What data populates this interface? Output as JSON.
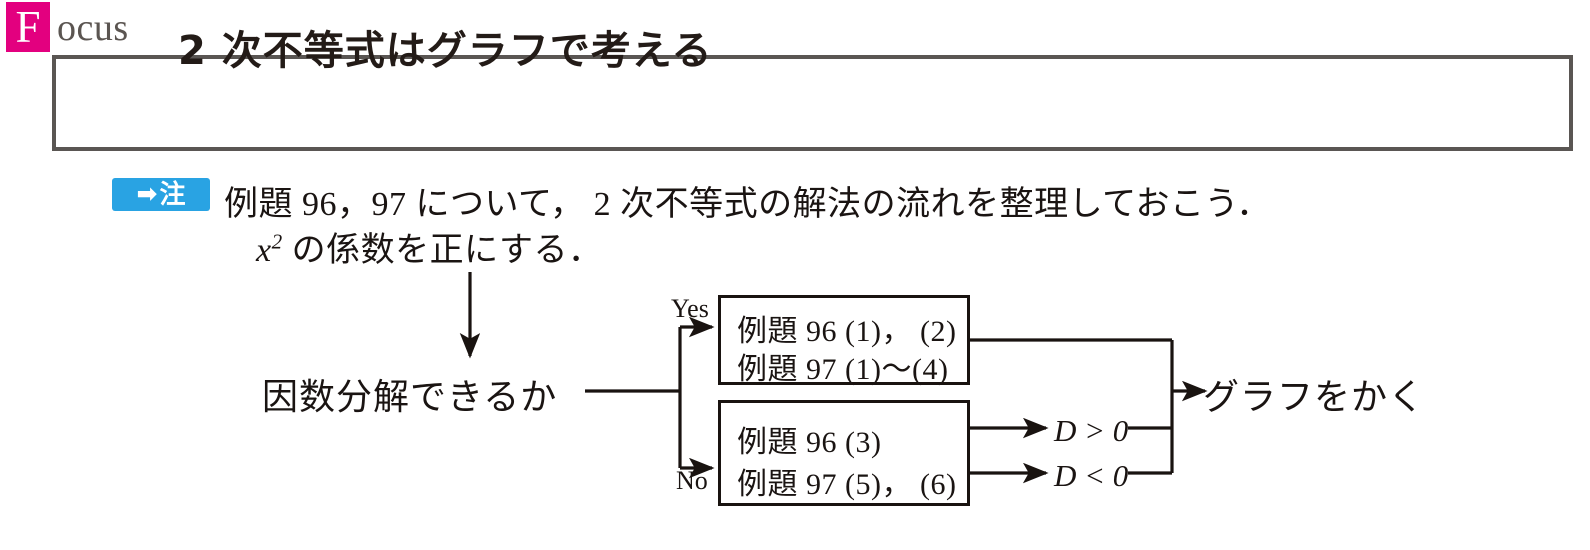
{
  "header": {
    "badge_letter": "F",
    "badge_color": "#e3007f",
    "word": "ocus",
    "word_color": "#5b5551"
  },
  "title_box": {
    "title": "2 次不等式はグラフで考える",
    "border_color": "#5a5653"
  },
  "note": {
    "badge": {
      "arrow_icon": "right-arrow-icon",
      "arrow_glyph": "➡",
      "kanji": "注",
      "color": "#29a3e3"
    },
    "line1": "例題 96，97 について， 2 次不等式の解法の流れを整理しておこう．",
    "line2_prefix": "x",
    "line2_sup": "2",
    "line2_rest": " の係数を正にする．"
  },
  "flowchart": {
    "entry_arrow": "down-arrow-icon",
    "decision_label": "因数分解できるか",
    "branch_yes_label": "Yes",
    "branch_no_label": "No",
    "box_yes": {
      "line1": "例題 96 (1)， (2)",
      "line2": "例題 97 (1)〜(4)"
    },
    "box_no": {
      "line1": "例題 96 (3)",
      "line2": "例題 97 (5)， (6)"
    },
    "discriminant_positive": "D > 0",
    "discriminant_negative": "D < 0",
    "outcome": "グラフをかく",
    "line_color": "#191310"
  }
}
